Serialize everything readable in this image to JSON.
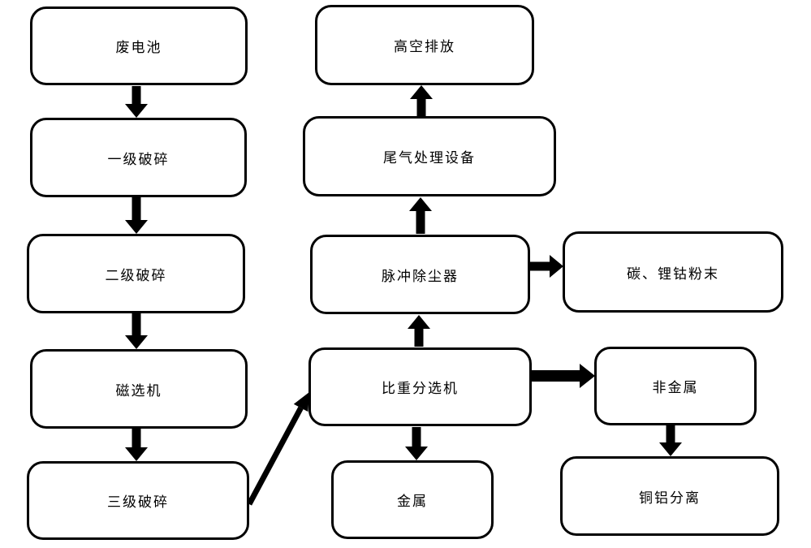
{
  "diagram": {
    "type": "flowchart",
    "background_color": "#ffffff",
    "box_fill_color": "#ffffff",
    "box_border_color": "#000000",
    "arrow_color": "#000000",
    "nodes": [
      {
        "id": "waste-battery",
        "label": "废电池"
      },
      {
        "id": "primary-crushing",
        "label": "一级破碎"
      },
      {
        "id": "secondary-crushing",
        "label": "二级破碎"
      },
      {
        "id": "magnetic-separator",
        "label": "磁选机"
      },
      {
        "id": "tertiary-crushing",
        "label": "三级破碎"
      },
      {
        "id": "high-altitude-discharge",
        "label": "高空排放"
      },
      {
        "id": "exhaust-gas-treatment",
        "label": "尾气处理设备"
      },
      {
        "id": "pulse-dust-collector",
        "label": "脉冲除尘器"
      },
      {
        "id": "gravity-separator",
        "label": "比重分选机"
      },
      {
        "id": "metal",
        "label": "金属"
      },
      {
        "id": "carbon-lithium-cobalt-powder",
        "label": "碳、锂钴粉末"
      },
      {
        "id": "non-metal",
        "label": "非金属"
      },
      {
        "id": "copper-aluminum-separation",
        "label": "铜铝分离"
      }
    ],
    "edges": [
      {
        "from": "废电池",
        "to": "一级破碎",
        "direction": "down"
      },
      {
        "from": "一级破碎",
        "to": "二级破碎",
        "direction": "down"
      },
      {
        "from": "二级破碎",
        "to": "磁选机",
        "direction": "down"
      },
      {
        "from": "磁选机",
        "to": "三级破碎",
        "direction": "down"
      },
      {
        "from": "三级破碎",
        "to": "比重分选机",
        "direction": "diagonal-up-right"
      },
      {
        "from": "比重分选机",
        "to": "脉冲除尘器",
        "direction": "up"
      },
      {
        "from": "脉冲除尘器",
        "to": "尾气处理设备",
        "direction": "up"
      },
      {
        "from": "尾气处理设备",
        "to": "高空排放",
        "direction": "up"
      },
      {
        "from": "脉冲除尘器",
        "to": "碳、锂钴粉末",
        "direction": "right"
      },
      {
        "from": "比重分选机",
        "to": "非金属",
        "direction": "right"
      },
      {
        "from": "比重分选机",
        "to": "金属",
        "direction": "down"
      },
      {
        "from": "非金属",
        "to": "铜铝分离",
        "direction": "down"
      }
    ]
  }
}
